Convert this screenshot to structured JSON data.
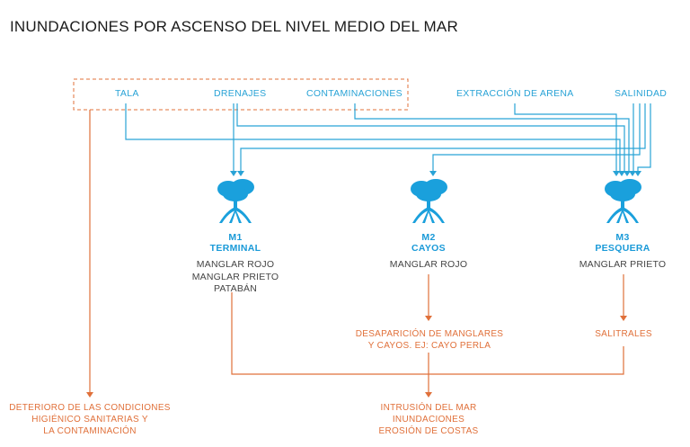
{
  "title": "INUNDACIONES POR ASCENSO DEL NIVEL MEDIO DEL MAR",
  "factors": {
    "tala": "TALA",
    "drenajes": "DRENAJES",
    "contaminaciones": "CONTAMINACIONES",
    "extraccion": "EXTRACCIÓN DE ARENA",
    "salinidad": "SALINIDAD"
  },
  "nodes": [
    {
      "code": "M1",
      "name": "TERMINAL",
      "species": [
        "MANGLAR ROJO",
        "MANGLAR PRIETO",
        "PATABÁN"
      ]
    },
    {
      "code": "M2",
      "name": "CAYOS",
      "species": [
        "MANGLAR ROJO"
      ]
    },
    {
      "code": "M3",
      "name": "PESQUERA",
      "species": [
        "MANGLAR PRIETO"
      ]
    }
  ],
  "effects": {
    "desaparicion": [
      "DESAPARICIÓN DE MANGLARES",
      "Y CAYOS. EJ: CAYO PERLA"
    ],
    "salitrales": [
      "SALITRALES"
    ],
    "deterioro": [
      "DETERIORO DE LAS CONDICIONES",
      "HIGIÉNICO SANITARIAS Y",
      "LA CONTAMINACIÓN"
    ],
    "intrusion": [
      "INTRUSIÓN DEL MAR",
      "INUNDACIONES",
      "EROSIÓN DE COSTAS"
    ]
  },
  "colors": {
    "blue": "#29a3d6",
    "orange": "#e0703a",
    "tree": "#1aa0dc"
  }
}
